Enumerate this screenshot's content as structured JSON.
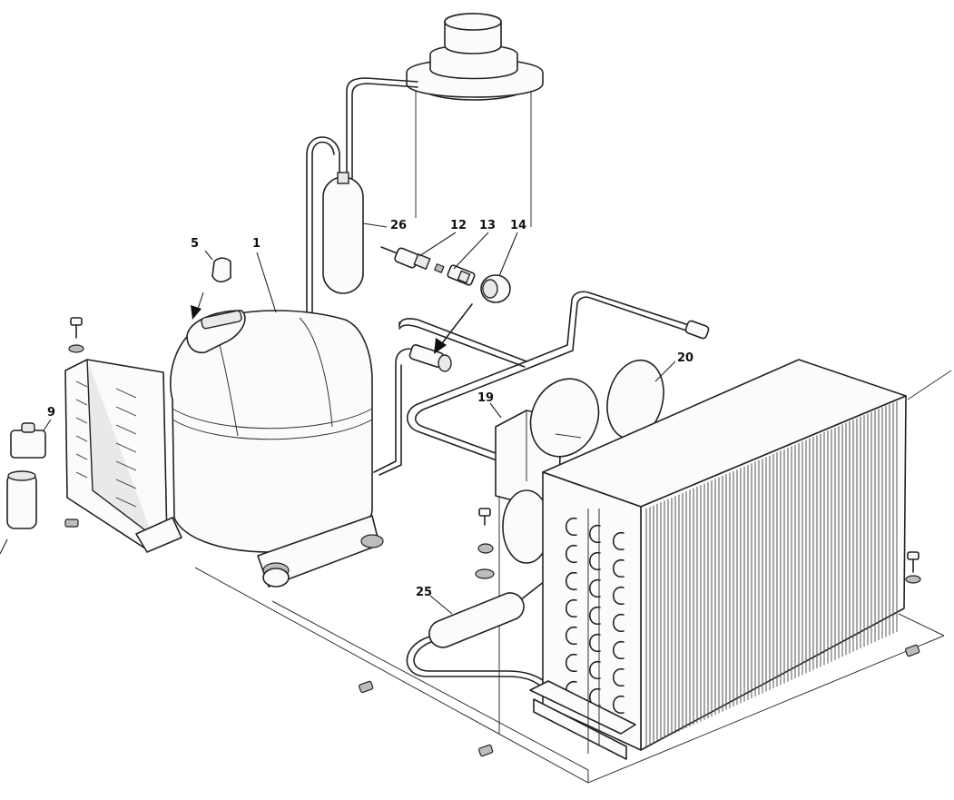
{
  "callouts": [
    {
      "id": "c1",
      "label": "1"
    },
    {
      "id": "c5",
      "label": "5"
    },
    {
      "id": "c9",
      "label": "9"
    },
    {
      "id": "c12",
      "label": "12"
    },
    {
      "id": "c13",
      "label": "13"
    },
    {
      "id": "c14",
      "label": "14"
    },
    {
      "id": "c19",
      "label": "19"
    },
    {
      "id": "c20",
      "label": "20"
    },
    {
      "id": "c25",
      "label": "25"
    },
    {
      "id": "c26",
      "label": "26"
    }
  ]
}
